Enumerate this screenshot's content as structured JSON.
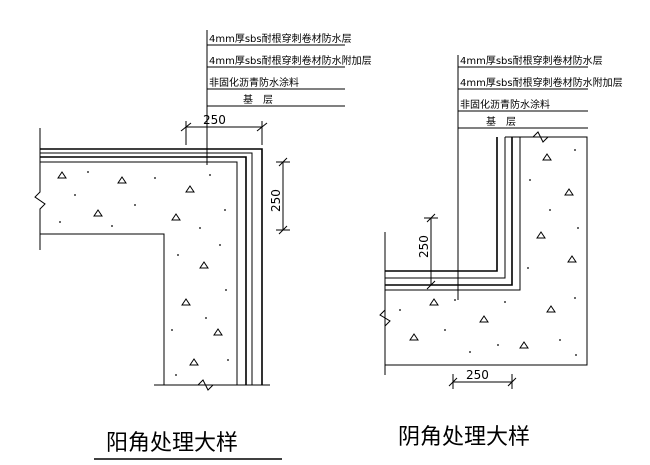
{
  "drawings": [
    {
      "title": "阳角处理大样",
      "layers": [
        "4mm厚sbs耐根穿刺卷材防水层",
        "4mm厚sbs耐根穿刺卷材防水附加层",
        "非固化沥青防水涂料",
        "基　层"
      ],
      "dim_horizontal": "250",
      "dim_vertical": "250"
    },
    {
      "title": "阴角处理大样",
      "layers": [
        "4mm厚sbs耐根穿刺卷材防水层",
        "4mm厚sbs耐根穿刺卷材防水附加层",
        "非固化沥青防水涂料",
        "基　层"
      ],
      "dim_horizontal": "250",
      "dim_vertical": "250"
    }
  ]
}
